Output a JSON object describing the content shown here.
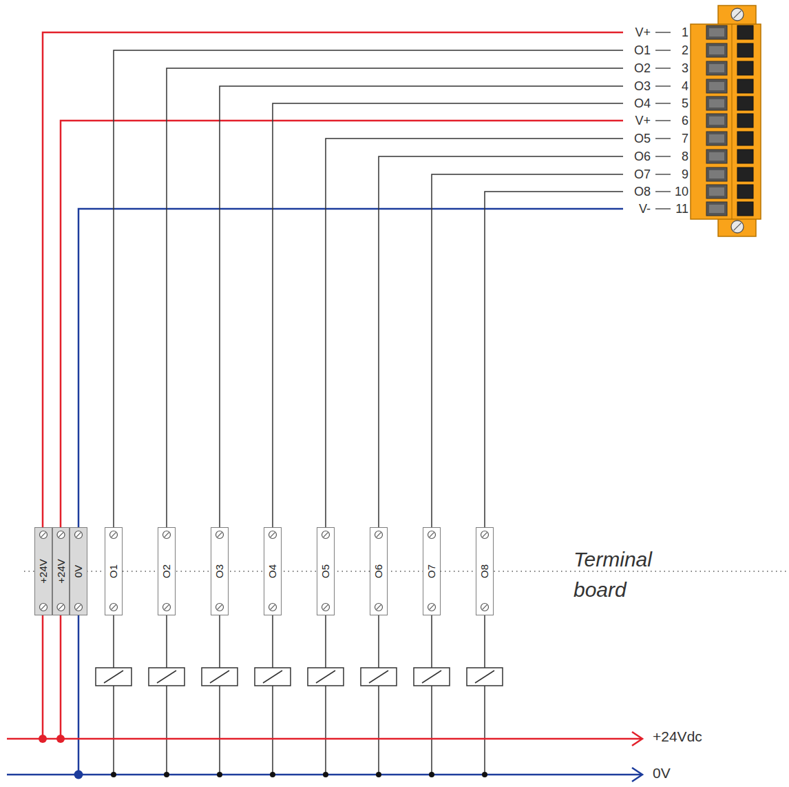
{
  "diagram": {
    "nodes": [
      {
        "text": [
          "+24V"
        ]
      },
      {
        "text": [
          "+24V"
        ]
      },
      {
        "text": [
          "0V"
        ]
      },
      {
        "text": [
          "O1"
        ]
      },
      {
        "text": [
          "O2"
        ]
      },
      {
        "text": [
          "O3"
        ]
      },
      {
        "text": [
          "O4"
        ]
      },
      {
        "text": [
          "O5"
        ]
      },
      {
        "text": [
          "O6"
        ]
      },
      {
        "text": [
          "O7"
        ]
      },
      {
        "text": [
          "O8"
        ]
      }
    ],
    "labels": [
      "V+",
      "1",
      "O1",
      "2",
      "O2",
      "3",
      "O3",
      "4",
      "O4",
      "5",
      "V+",
      "6",
      "O5",
      "7",
      "O6",
      "8",
      "O7",
      "9",
      "O8",
      "10",
      "V-",
      "11",
      "Terminal board",
      "+24Vdc",
      "0V"
    ]
  }
}
